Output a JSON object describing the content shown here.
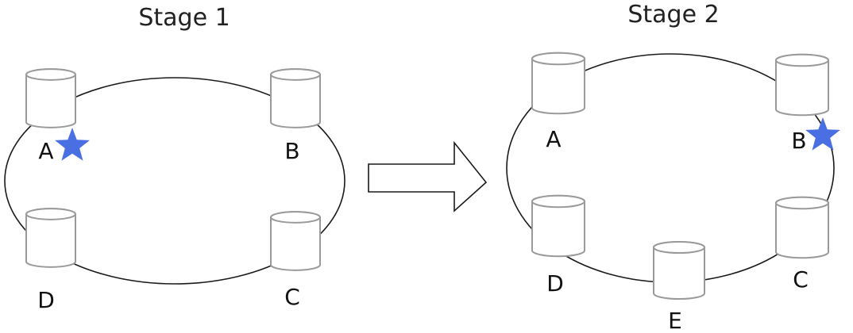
{
  "colors": {
    "ring": "#1a1a1a",
    "node_fill": "#ffffff",
    "node_stroke": "#9a9a9a",
    "marker": "#4a6fe3",
    "text": "#111111"
  },
  "stages": [
    {
      "title": "Stage 1",
      "nodes": [
        {
          "label": "A",
          "marked": true
        },
        {
          "label": "B",
          "marked": false
        },
        {
          "label": "C",
          "marked": false
        },
        {
          "label": "D",
          "marked": false
        }
      ]
    },
    {
      "title": "Stage 2",
      "nodes": [
        {
          "label": "A",
          "marked": false
        },
        {
          "label": "B",
          "marked": true
        },
        {
          "label": "C",
          "marked": false
        },
        {
          "label": "D",
          "marked": false
        },
        {
          "label": "E",
          "marked": false
        }
      ]
    }
  ],
  "marker_icon": "star-icon",
  "transition_icon": "arrow-right-icon"
}
